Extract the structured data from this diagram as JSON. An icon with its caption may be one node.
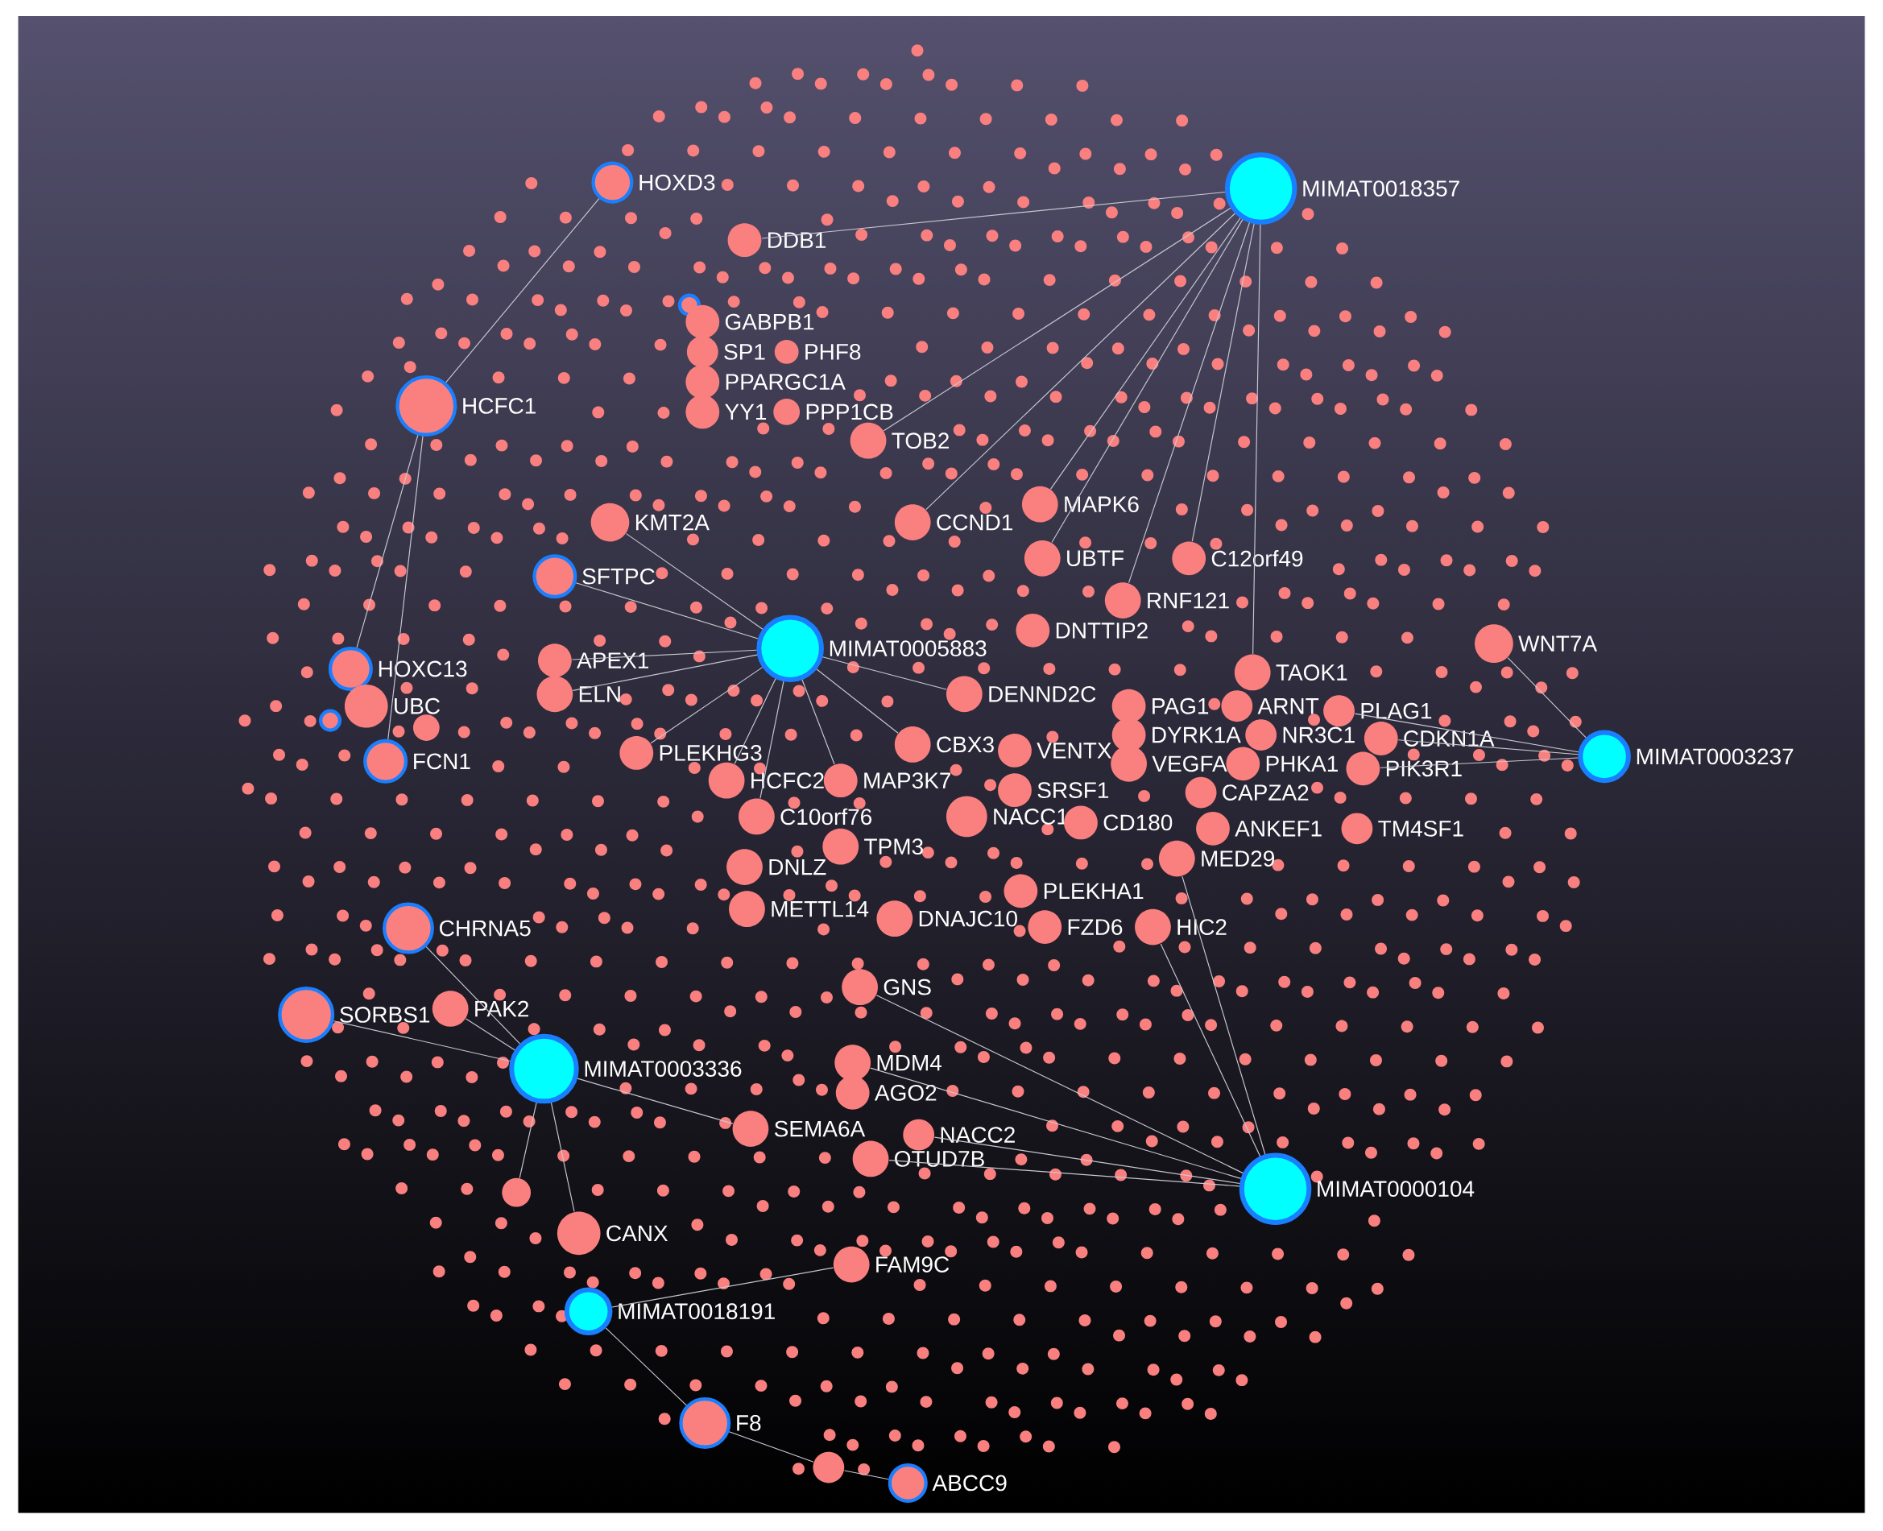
{
  "diagram": {
    "nodes": [
      {
        "text": [
          "HOXD3"
        ]
      },
      {
        "text": [
          "MIMAT0018357"
        ]
      },
      {
        "text": [
          "DDB1"
        ]
      },
      {
        "text": [],
        "shape": "circle"
      },
      {
        "text": [
          "GABPB1"
        ]
      },
      {
        "text": [
          "SP1"
        ]
      },
      {
        "text": [
          "PHF8"
        ]
      },
      {
        "text": [
          "PPARGC1A"
        ]
      },
      {
        "text": [
          "HCFC1"
        ]
      },
      {
        "text": [
          "YY1"
        ]
      },
      {
        "text": [
          "PPP1CB"
        ]
      },
      {
        "text": [
          "TOB2"
        ]
      },
      {
        "text": [
          "MAPK6"
        ]
      },
      {
        "text": [
          "KMT2A"
        ]
      },
      {
        "text": [
          "CCND1"
        ]
      },
      {
        "text": [
          "UBTF"
        ]
      },
      {
        "text": [
          "C12orf49"
        ]
      },
      {
        "text": [
          "SFTPC"
        ]
      },
      {
        "text": [
          "RNF121"
        ]
      },
      {
        "text": [
          "DNTTIP2"
        ]
      },
      {
        "text": [
          "MIMAT0005883"
        ]
      },
      {
        "text": [
          "WNT7A"
        ]
      },
      {
        "text": [
          "APEX1"
        ]
      },
      {
        "text": [
          "HOXC13"
        ]
      },
      {
        "text": [
          "TAOK1"
        ]
      },
      {
        "text": [
          "ELN"
        ]
      },
      {
        "text": [
          "DENND2C"
        ]
      },
      {
        "text": [
          "UBC"
        ]
      },
      {
        "text": [
          "PAG1"
        ]
      },
      {
        "text": [
          "ARNT"
        ]
      },
      {
        "text": [
          "PLAG1"
        ]
      },
      {
        "text": [],
        "shape": "circle"
      },
      {
        "text": [],
        "shape": "circle"
      },
      {
        "text": [
          "DYRK1A"
        ]
      },
      {
        "text": [
          "NR3C1"
        ]
      },
      {
        "text": [
          "CDKN1A"
        ]
      },
      {
        "text": [
          "CBX3"
        ]
      },
      {
        "text": [
          "VENTX"
        ]
      },
      {
        "text": [
          "PLEKHG3"
        ]
      },
      {
        "text": [
          "MIMAT0003237"
        ]
      },
      {
        "text": [
          "FCN1"
        ]
      },
      {
        "text": [
          "VEGFA"
        ]
      },
      {
        "text": [
          "PHKA1"
        ]
      },
      {
        "text": [
          "PIK3R1"
        ]
      },
      {
        "text": [
          "HCFC2"
        ]
      },
      {
        "text": [
          "MAP3K7"
        ]
      },
      {
        "text": [
          "SRSF1"
        ]
      },
      {
        "text": [
          "CAPZA2"
        ]
      },
      {
        "text": [
          "C10orf76"
        ]
      },
      {
        "text": [
          "NACC1"
        ]
      },
      {
        "text": [
          "CD180"
        ]
      },
      {
        "text": [
          "ANKEF1"
        ]
      },
      {
        "text": [
          "TM4SF1"
        ]
      },
      {
        "text": [
          "TPM3"
        ]
      },
      {
        "text": [
          "MED29"
        ]
      },
      {
        "text": [
          "DNLZ"
        ]
      },
      {
        "text": [
          "PLEKHA1"
        ]
      },
      {
        "text": [
          "METTL14"
        ]
      },
      {
        "text": [
          "DNAJC10"
        ]
      },
      {
        "text": [
          "FZD6"
        ]
      },
      {
        "text": [
          "HIC2"
        ]
      },
      {
        "text": [
          "CHRNA5"
        ]
      },
      {
        "text": [
          "GNS"
        ]
      },
      {
        "text": [
          "SORBS1"
        ]
      },
      {
        "text": [
          "PAK2"
        ]
      },
      {
        "text": [
          "MDM4"
        ]
      },
      {
        "text": [
          "MIMAT0003336"
        ]
      },
      {
        "text": [
          "AGO2"
        ]
      },
      {
        "text": [
          "NACC2"
        ]
      },
      {
        "text": [
          "SEMA6A"
        ]
      },
      {
        "text": [
          "OTUD7B"
        ]
      },
      {
        "text": [
          "MIMAT0000104"
        ]
      },
      {
        "text": [],
        "shape": "circle"
      },
      {
        "text": [
          "CANX"
        ]
      },
      {
        "text": [
          "FAM9C"
        ]
      },
      {
        "text": [
          "MIMAT0018191"
        ]
      },
      {
        "text": [
          "F8"
        ]
      },
      {
        "text": [],
        "shape": "circle"
      },
      {
        "text": [
          "ABCC9"
        ]
      }
    ],
    "edges": [
      {
        "from": 76,
        "to": 75,
        "arrow": "none"
      },
      {
        "from": 76,
        "to": 77,
        "arrow": "none"
      },
      {
        "from": 77,
        "to": 78,
        "arrow": "none"
      },
      {
        "from": 74,
        "to": 75,
        "arrow": "none"
      },
      {
        "from": 73,
        "to": 66,
        "arrow": "none"
      },
      {
        "from": 72,
        "to": 66,
        "arrow": "none"
      },
      {
        "from": 63,
        "to": 66,
        "arrow": "none"
      },
      {
        "from": 61,
        "to": 66,
        "arrow": "none"
      },
      {
        "from": 64,
        "to": 66,
        "arrow": "none"
      },
      {
        "from": 69,
        "to": 66,
        "arrow": "none"
      },
      {
        "from": 65,
        "to": 71,
        "arrow": "none"
      },
      {
        "from": 68,
        "to": 71,
        "arrow": "none"
      },
      {
        "from": 70,
        "to": 71,
        "arrow": "none"
      },
      {
        "from": 62,
        "to": 71,
        "arrow": "none"
      },
      {
        "from": 60,
        "to": 71,
        "arrow": "none"
      },
      {
        "from": 54,
        "to": 71,
        "arrow": "none"
      },
      {
        "from": 21,
        "to": 39,
        "arrow": "none"
      },
      {
        "from": 35,
        "to": 39,
        "arrow": "none"
      },
      {
        "from": 30,
        "to": 39,
        "arrow": "none"
      },
      {
        "from": 43,
        "to": 39,
        "arrow": "none"
      },
      {
        "from": 22,
        "to": 20,
        "arrow": "none"
      },
      {
        "from": 25,
        "to": 20,
        "arrow": "none"
      },
      {
        "from": 17,
        "to": 20,
        "arrow": "none"
      },
      {
        "from": 13,
        "to": 20,
        "arrow": "none"
      },
      {
        "from": 26,
        "to": 20,
        "arrow": "none"
      },
      {
        "from": 36,
        "to": 20,
        "arrow": "none"
      },
      {
        "from": 38,
        "to": 20,
        "arrow": "none"
      },
      {
        "from": 44,
        "to": 20,
        "arrow": "none"
      },
      {
        "from": 45,
        "to": 20,
        "arrow": "none"
      },
      {
        "from": 48,
        "to": 20,
        "arrow": "none"
      },
      {
        "from": 14,
        "to": 1,
        "arrow": "none"
      },
      {
        "from": 12,
        "to": 1,
        "arrow": "none"
      },
      {
        "from": 15,
        "to": 1,
        "arrow": "none"
      },
      {
        "from": 16,
        "to": 1,
        "arrow": "none"
      },
      {
        "from": 18,
        "to": 1,
        "arrow": "none"
      },
      {
        "from": 24,
        "to": 1,
        "arrow": "none"
      },
      {
        "from": 11,
        "to": 1,
        "arrow": "none"
      },
      {
        "from": 2,
        "to": 1,
        "arrow": "none"
      },
      {
        "from": 0,
        "to": 8,
        "arrow": "none"
      },
      {
        "from": 23,
        "to": 8,
        "arrow": "none"
      },
      {
        "from": 40,
        "to": 8,
        "arrow": "none"
      }
    ]
  }
}
